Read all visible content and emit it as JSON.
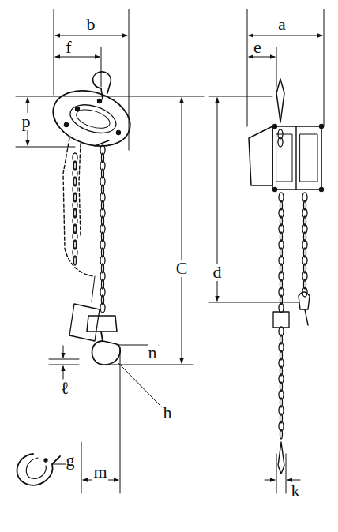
{
  "diagram": {
    "labels": [
      "b",
      "a",
      "f",
      "e",
      "p",
      "C",
      "d",
      "n",
      "ℓ",
      "h",
      "g",
      "m",
      "k"
    ]
  }
}
